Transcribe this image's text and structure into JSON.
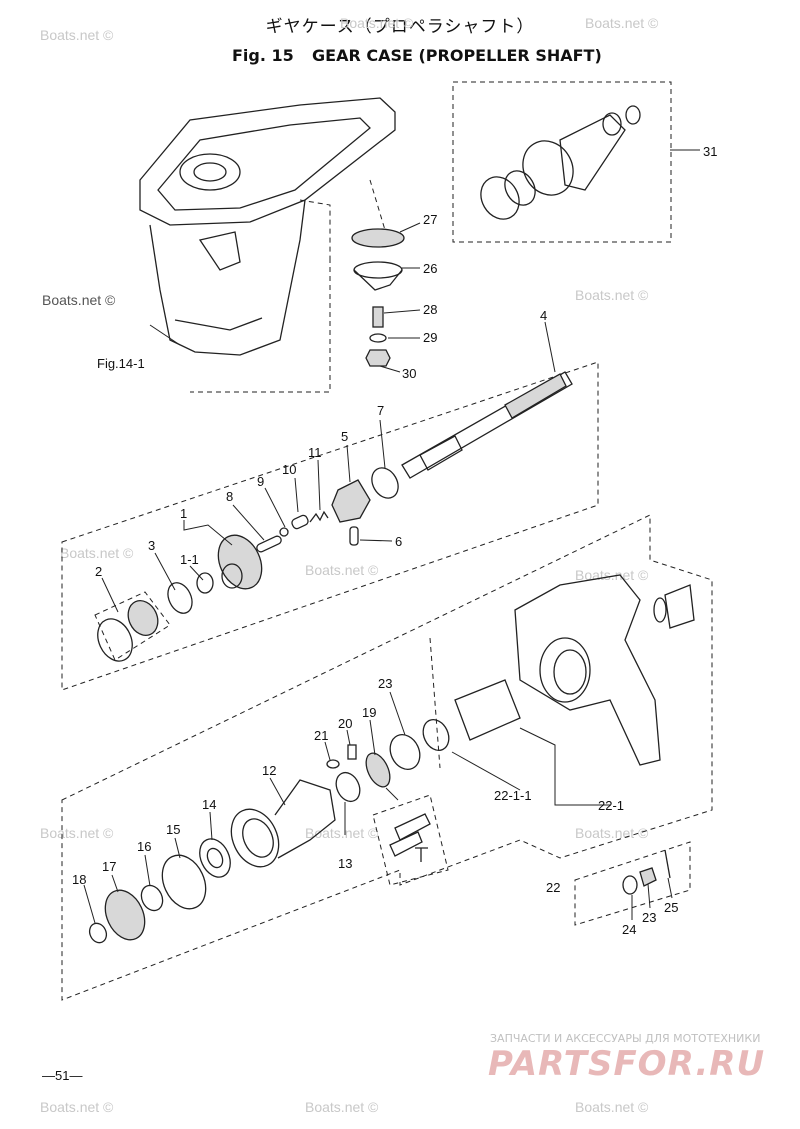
{
  "header": {
    "title_jp": "ギヤケース（プロペラシャフト）",
    "fig_label": "Fig. 15",
    "title_en": "GEAR CASE (PROPELLER SHAFT)"
  },
  "callouts": [
    "31",
    "27",
    "26",
    "28",
    "29",
    "30",
    "4",
    "Fig.14-1",
    "7",
    "5",
    "11",
    "10",
    "9",
    "8",
    "1",
    "6",
    "3",
    "1-1",
    "2",
    "23",
    "21",
    "20",
    "19",
    "12",
    "14",
    "15",
    "16",
    "17",
    "18",
    "13",
    "22-1-1",
    "22-1",
    "22",
    "24",
    "23",
    "25"
  ],
  "watermark": "Boats.net ©",
  "page_number": "—51—",
  "branding": {
    "subtitle": "ЗАПЧАСТИ И АКСЕССУАРЫ ДЛЯ МОТОТЕХНИКИ",
    "name": "PARTSFOR.RU"
  }
}
